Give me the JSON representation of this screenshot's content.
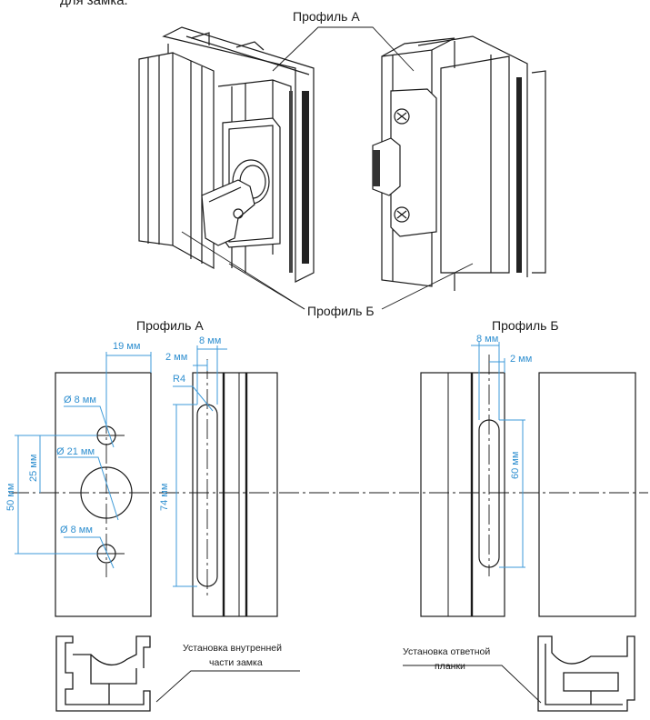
{
  "header_fragment": "для замка.",
  "iso_labels": {
    "profile_a": "Профиль А",
    "profile_b": "Профиль Б"
  },
  "drawing_titles": {
    "profile_a": "Профиль А",
    "profile_b": "Профиль Б"
  },
  "dimensions_a": {
    "offset_19": "19 мм",
    "width_8": "8 мм",
    "offset_2": "2 мм",
    "radius": "R4",
    "hole_top": "Ø 8 мм",
    "hole_center": "Ø 21 мм",
    "hole_bottom": "Ø 8 мм",
    "spacing_25": "25 мм",
    "spacing_50": "50 мм",
    "slot_74": "74 мм"
  },
  "dimensions_b": {
    "width_8": "8 мм",
    "offset_2": "2 мм",
    "slot_60": "60 мм"
  },
  "section_notes": {
    "inner_part_line1": "Установка внутренней",
    "inner_part_line2": "части замка",
    "strike_line1": "Установка ответной",
    "strike_line2": "планки"
  },
  "colors": {
    "dimension": "#3d9ad8",
    "line": "#1a1a1a"
  }
}
